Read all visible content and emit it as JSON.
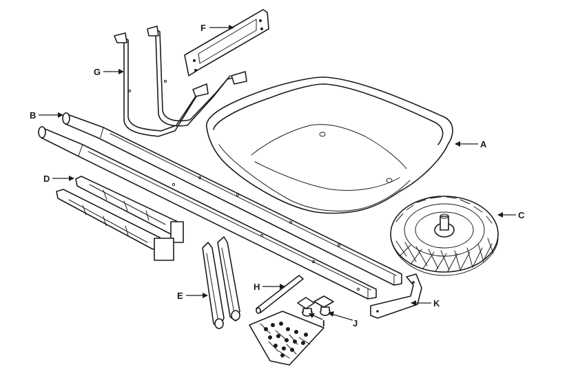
{
  "diagram": {
    "parts": [
      {
        "id": "A",
        "label": "A"
      },
      {
        "id": "B",
        "label": "B"
      },
      {
        "id": "C",
        "label": "C"
      },
      {
        "id": "D",
        "label": "D"
      },
      {
        "id": "E",
        "label": "E"
      },
      {
        "id": "F",
        "label": "F"
      },
      {
        "id": "G",
        "label": "G"
      },
      {
        "id": "H",
        "label": "H"
      },
      {
        "id": "I",
        "label": "I"
      },
      {
        "id": "J",
        "label": "J"
      },
      {
        "id": "K",
        "label": "K"
      }
    ]
  }
}
